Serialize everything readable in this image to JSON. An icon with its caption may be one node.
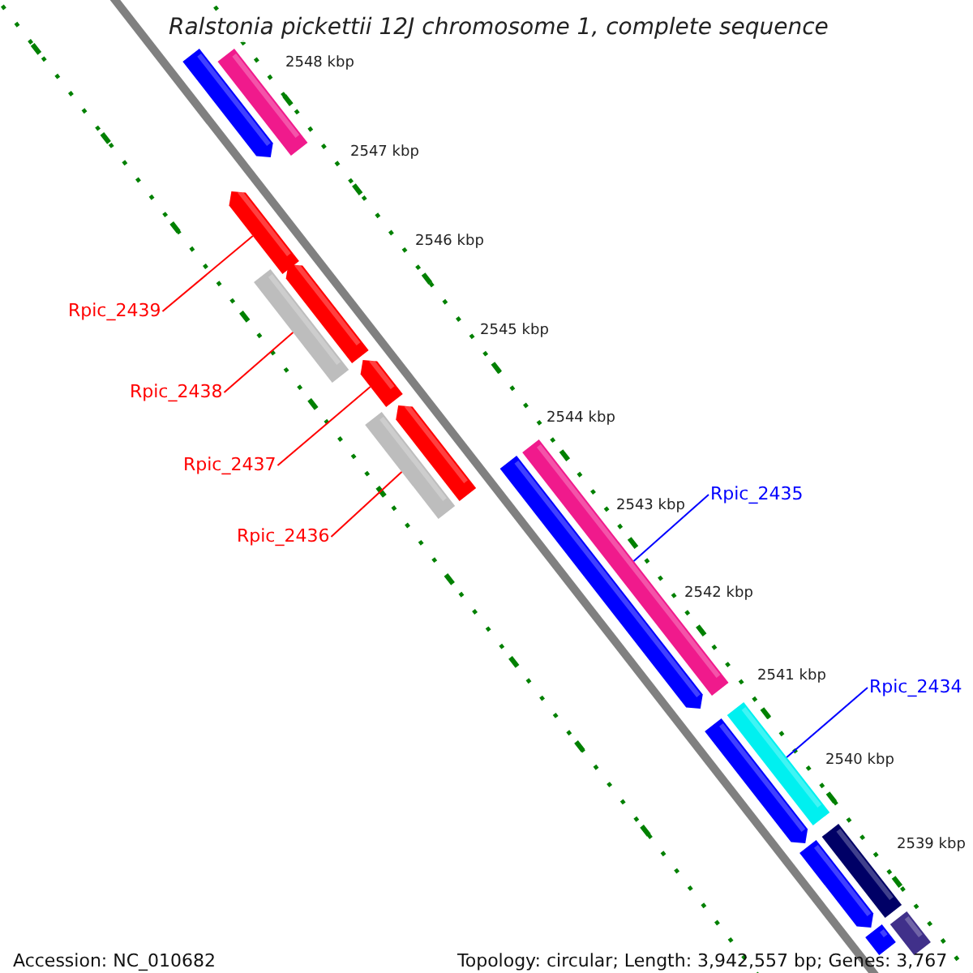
{
  "diagram": {
    "title": "Ralstonia pickettii 12J chromosome 1, complete sequence",
    "nodes": [
      {
        "text": [
          "Rpic_2439"
        ]
      },
      {
        "text": [
          "Rpic_2438"
        ]
      },
      {
        "text": [
          "Rpic_2437"
        ]
      },
      {
        "text": [
          "Rpic_2436"
        ]
      },
      {
        "text": [
          "Rpic_2435"
        ]
      },
      {
        "text": [
          "Rpic_2434"
        ]
      },
      {
        "text": [],
        "shape": "bar"
      },
      {
        "text": [],
        "shape": "bar"
      },
      {
        "text": [],
        "shape": "bar"
      },
      {
        "text": [],
        "shape": "bar"
      },
      {
        "text": [],
        "shape": "bar"
      },
      {
        "text": [],
        "shape": "bar"
      },
      {
        "text": [],
        "shape": "bar"
      },
      {
        "text": [],
        "shape": "bar"
      },
      {
        "text": [],
        "shape": "bar"
      },
      {
        "text": [],
        "shape": "bar"
      },
      {
        "text": [],
        "shape": "bar"
      },
      {
        "text": [],
        "shape": "bar"
      },
      {
        "text": [],
        "shape": "bar"
      },
      {
        "text": [],
        "shape": "bar"
      },
      {
        "text": [],
        "shape": "bar"
      },
      {
        "text": [],
        "shape": "bar"
      }
    ],
    "edges": [
      {
        "from": 0,
        "to": 8,
        "arrow": "none"
      },
      {
        "from": 1,
        "to": 10,
        "arrow": "none"
      },
      {
        "from": 2,
        "to": 11,
        "arrow": "none"
      },
      {
        "from": 3,
        "to": 13,
        "arrow": "none"
      },
      {
        "from": 4,
        "to": 14,
        "arrow": "none",
        "color": "#0000ff"
      },
      {
        "from": 5,
        "to": 16,
        "arrow": "none",
        "color": "#0000ff"
      }
    ],
    "labels": [
      "2548 kbp",
      "2547 kbp",
      "2546 kbp",
      "2545 kbp",
      "2544 kbp",
      "2543 kbp",
      "2542 kbp",
      "2541 kbp",
      "2540 kbp",
      "2539 kbp",
      "Accession: NC_010682",
      "Topology: circular; Length: 3,942,557 bp; Genes: 3,767"
    ]
  }
}
